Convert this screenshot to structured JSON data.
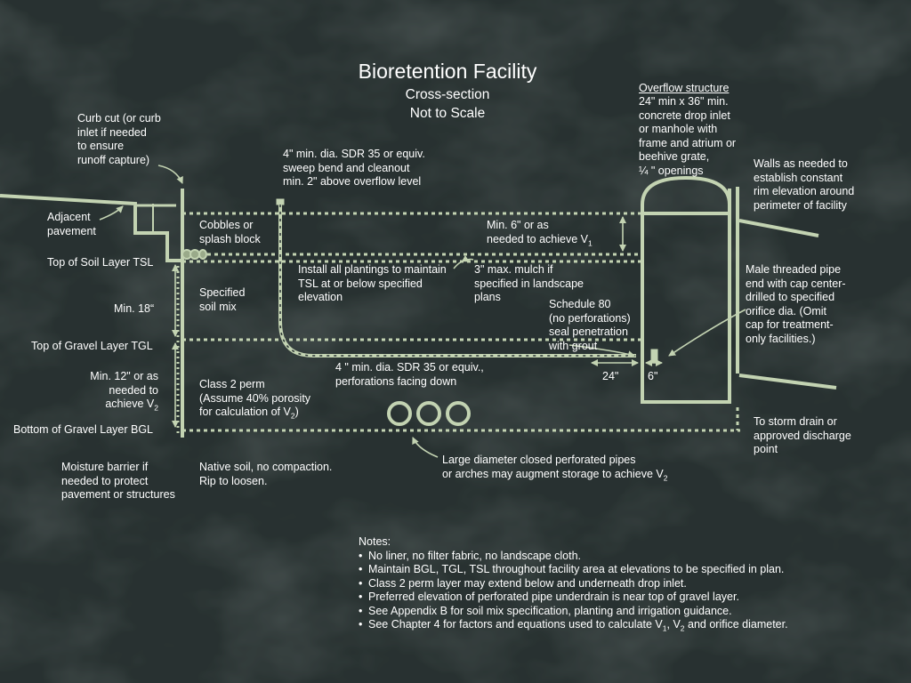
{
  "title": "Bioretention Facility",
  "subtitle1": "Cross-section",
  "subtitle2": "Not to Scale",
  "colors": {
    "line": "#c3d3b2",
    "background": "#2b3534",
    "text": "#ffffff"
  },
  "labels": {
    "curb_cut": "Curb cut (or curb\ninlet if needed\nto ensure\nrunoff capture)",
    "cleanout": "4\" min. dia. SDR 35 or equiv.\nsweep bend and cleanout\nmin. 2\" above overflow level",
    "overflow_heading": "Overflow structure",
    "overflow_body": "24\" min x 36\" min.\nconcrete drop inlet\nor manhole with\nframe and atrium or\nbeehive grate,\n¼ \" openings",
    "walls": "Walls as needed to\nestablish constant\nrim elevation around\nperimeter of facility",
    "adjacent_pavement": "Adjacent\npavement",
    "cobbles": "Cobbles or\nsplash block",
    "min6_line1": "Min. 6\" or as",
    "min6_line2": "needed to achieve V",
    "min6_sub": "1",
    "tsl": "Top of Soil Layer TSL",
    "plantings": "Install all plantings to maintain\nTSL at or below specified\nelevation",
    "mulch": "3\" max. mulch if\nspecified in landscape\nplans",
    "male_pipe": "Male threaded pipe\nend with cap center-\ndrilled to specified\norifice dia. (Omit\ncap for treatment-\nonly facilities.)",
    "soil_mix": "Specified\nsoil mix",
    "min18": "Min. 18“",
    "schedule80": "Schedule 80\n(no perforations)\nseal penetration\nwith grout",
    "tgl": "Top of Gravel Layer TGL",
    "underdrain": "4 \" min. dia. SDR 35 or equiv.,\nperforations facing down",
    "dim24": "24\"",
    "dim6": "6\"",
    "min12_lines": "Min. 12\" or as\nneeded to",
    "min12_last": "achieve V",
    "min12_sub": "2",
    "class2_lines": "Class 2 perm\n(Assume 40% porosity",
    "class2_last": "for calculation of V",
    "class2_sub": "2",
    "class2_close": ")",
    "storm_drain": "To storm drain or\napproved discharge\npoint",
    "bgl": "Bottom of Gravel Layer BGL",
    "large_pipes_line1": "Large diameter closed perforated pipes",
    "large_pipes_line2": "or arches may augment storage to achieve V",
    "large_pipes_sub": "2",
    "moisture_barrier": "Moisture barrier if\nneeded to protect\npavement or structures",
    "native_soil": "Native soil, no compaction.\nRip to loosen."
  },
  "notes": {
    "heading": "Notes:",
    "items": [
      "No liner, no filter fabric, no landscape cloth.",
      "Maintain BGL, TGL, TSL throughout facility area at elevations to be specified in plan.",
      "Class 2 perm layer may extend below and underneath drop inlet.",
      "Preferred elevation of perforated pipe underdrain is near top of gravel layer.",
      "See Appendix B for soil mix specification, planting and irrigation guidance."
    ],
    "last_item_prefix": "See Chapter 4 for factors and equations used to calculate V",
    "last_sub1": "1",
    "last_sep": ", V",
    "last_sub2": "2",
    "last_suffix": " and orifice diameter."
  }
}
